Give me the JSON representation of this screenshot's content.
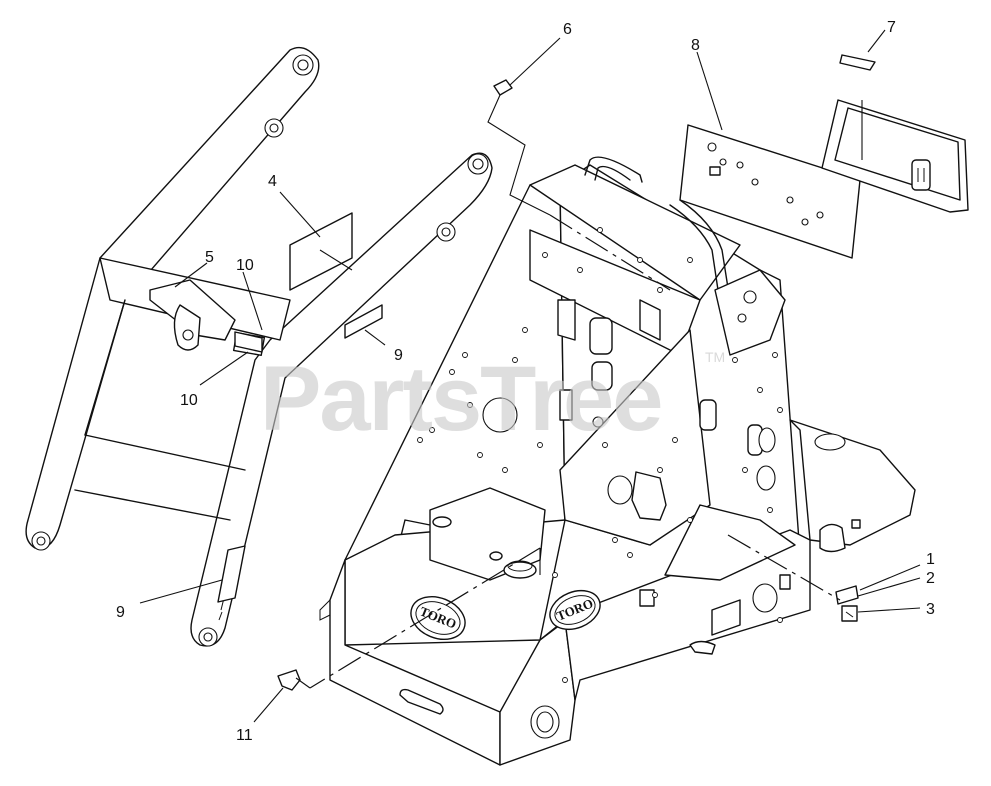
{
  "watermark": {
    "text": "PartsTree",
    "mark": "TM"
  },
  "brand_labels": [
    "TORO",
    "TORO"
  ],
  "callouts": [
    {
      "id": "c1",
      "label": "1"
    },
    {
      "id": "c2",
      "label": "2"
    },
    {
      "id": "c3",
      "label": "3"
    },
    {
      "id": "c4",
      "label": "4"
    },
    {
      "id": "c5",
      "label": "5"
    },
    {
      "id": "c6",
      "label": "6"
    },
    {
      "id": "c7",
      "label": "7"
    },
    {
      "id": "c8",
      "label": "8"
    },
    {
      "id": "c9a",
      "label": "9"
    },
    {
      "id": "c9b",
      "label": "9"
    },
    {
      "id": "c10a",
      "label": "10"
    },
    {
      "id": "c10b",
      "label": "10"
    },
    {
      "id": "c11",
      "label": "11"
    }
  ],
  "colors": {
    "line": "#111111",
    "background": "#ffffff",
    "watermark": "#c9c9c9"
  }
}
